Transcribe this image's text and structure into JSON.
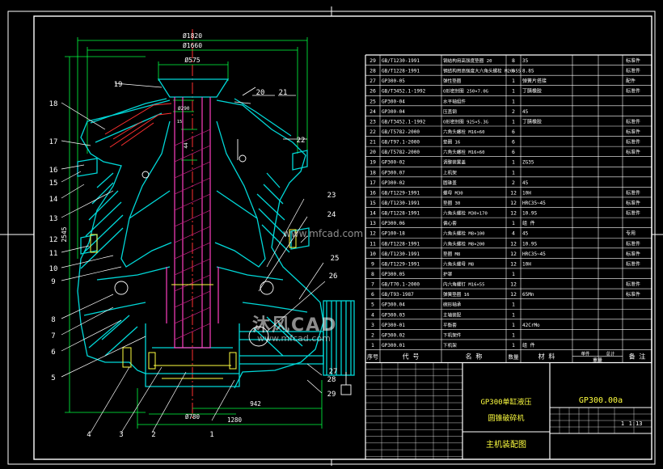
{
  "drawing": {
    "dims": {
      "d1820": "Ø1820",
      "d1660": "Ø1660",
      "d575": "Ø575",
      "d290": "Ø290",
      "d780": "Ø780",
      "w942": "942",
      "w1280": "1280",
      "h2545": "2545",
      "h15": "15",
      "h44": "44"
    },
    "callouts": [
      "1",
      "2",
      "3",
      "4",
      "5",
      "6",
      "7",
      "8",
      "9",
      "10",
      "11",
      "12",
      "13",
      "14",
      "15",
      "16",
      "17",
      "18",
      "19",
      "20",
      "21",
      "22",
      "23",
      "24",
      "25",
      "26",
      "27",
      "28",
      "29"
    ]
  },
  "watermarks": {
    "top": "www.mfcad.com",
    "logo": "沐风CAD",
    "bottom": "www.mfcad.com"
  },
  "bom": {
    "rows": [
      {
        "no": "29",
        "code": "GB/T1230-1991",
        "name": "钢结构用高强度垫圈 20",
        "qty": "8",
        "mat": "35",
        "note": "标准件"
      },
      {
        "no": "28",
        "code": "GB/T1228-1991",
        "name": "钢结构用高强度大六角头螺栓 M20×55",
        "qty": "8",
        "mat": "8.8S",
        "note": "标准件"
      },
      {
        "no": "27",
        "code": "GP300-05",
        "name": "弹性垫圈",
        "qty": "1",
        "mat": "弹簧片搭接",
        "note": "配件"
      },
      {
        "no": "26",
        "code": "GB/T3452.1-1992",
        "name": "O形密封圈 250×7.0G",
        "qty": "1",
        "mat": "丁腈橡胶",
        "note": "标准件"
      },
      {
        "no": "25",
        "code": "GP300-04",
        "name": "水平轴组件",
        "qty": "1",
        "mat": "",
        "note": ""
      },
      {
        "no": "24",
        "code": "GP300-04",
        "name": "压盖钢",
        "qty": "2",
        "mat": "45",
        "note": ""
      },
      {
        "no": "23",
        "code": "GB/T3452.1-1992",
        "name": "O形密封圈 925×5.3G",
        "qty": "1",
        "mat": "丁腈橡胶",
        "note": "标准件"
      },
      {
        "no": "22",
        "code": "GB/T5782-2000",
        "name": "六角头螺栓 M16×60",
        "qty": "6",
        "mat": "",
        "note": "标准件"
      },
      {
        "no": "21",
        "code": "GB/T97.1-2000",
        "name": "垫圈 16",
        "qty": "6",
        "mat": "",
        "note": "标准件"
      },
      {
        "no": "20",
        "code": "GB/T5782-2000",
        "name": "六角头螺栓 M16×60",
        "qty": "6",
        "mat": "",
        "note": "标准件"
      },
      {
        "no": "19",
        "code": "GP300-02",
        "name": "调整装置盖",
        "qty": "1",
        "mat": "ZG35",
        "note": ""
      },
      {
        "no": "18",
        "code": "GP300.07",
        "name": "上机架",
        "qty": "1",
        "mat": "",
        "note": ""
      },
      {
        "no": "17",
        "code": "GP300-02",
        "name": "圆锥盖",
        "qty": "2",
        "mat": "45",
        "note": ""
      },
      {
        "no": "16",
        "code": "GB/T1229-1991",
        "name": "螺母 M30",
        "qty": "12",
        "mat": "10H",
        "note": "标准件"
      },
      {
        "no": "15",
        "code": "GB/T1230-1991",
        "name": "垫圈 30",
        "qty": "12",
        "mat": "HRC35~45",
        "note": "标准件"
      },
      {
        "no": "14",
        "code": "GB/T1228-1991",
        "name": "六角头螺栓 M30×170",
        "qty": "12",
        "mat": "10.9S",
        "note": "标准件"
      },
      {
        "no": "13",
        "code": "GP300.06",
        "name": "偏心套",
        "qty": "1",
        "mat": "组 件",
        "note": ""
      },
      {
        "no": "12",
        "code": "GP100-18",
        "name": "六角头螺栓 M8×100",
        "qty": "4",
        "mat": "45",
        "note": "专用"
      },
      {
        "no": "11",
        "code": "GB/T1228-1991",
        "name": "六角头螺栓 M8×200",
        "qty": "12",
        "mat": "10.9S",
        "note": "标准件"
      },
      {
        "no": "10",
        "code": "GB/T1230-1991",
        "name": "垫圈 M8",
        "qty": "12",
        "mat": "HRC35~45",
        "note": "标准件"
      },
      {
        "no": "9",
        "code": "GB/T1229-1991",
        "name": "六角头螺母 M8",
        "qty": "12",
        "mat": "10H",
        "note": "标准件"
      },
      {
        "no": "8",
        "code": "GP300.05",
        "name": "护罩",
        "qty": "1",
        "mat": "",
        "note": ""
      },
      {
        "no": "7",
        "code": "GB/T70.1-2000",
        "name": "内六角螺钉 M16×55",
        "qty": "12",
        "mat": "",
        "note": "标准件"
      },
      {
        "no": "6",
        "code": "GB/T93-1987",
        "name": "弹簧垫圈 16",
        "qty": "12",
        "mat": "65Mn",
        "note": "标准件"
      },
      {
        "no": "5",
        "code": "GP300.04",
        "name": "碗形轴承",
        "qty": "1",
        "mat": "",
        "note": ""
      },
      {
        "no": "4",
        "code": "GP300.03",
        "name": "主轴装配",
        "qty": "1",
        "mat": "",
        "note": ""
      },
      {
        "no": "3",
        "code": "GP300-01",
        "name": "平衡套",
        "qty": "1",
        "mat": "42CrMo",
        "note": ""
      },
      {
        "no": "2",
        "code": "GP300.02",
        "name": "下机架件",
        "qty": "1",
        "mat": "",
        "note": ""
      },
      {
        "no": "1",
        "code": "GP300.01",
        "name": "下机架",
        "qty": "1",
        "mat": "组 件",
        "note": ""
      }
    ],
    "header": {
      "no": "序号",
      "code": "代 号",
      "name": "名 称",
      "qty": "数量",
      "mat": "材 料",
      "unit_weight": "单件",
      "total_weight": "总计",
      "weight": "重量",
      "note": "备 注"
    }
  },
  "title_block": {
    "product_line1": "GP300单缸液压",
    "product_line2": "圆锥破碎机",
    "drawing_no": "GP300.00a",
    "drawing_title": "主机装配图",
    "scale": "1:13",
    "count": "1"
  }
}
